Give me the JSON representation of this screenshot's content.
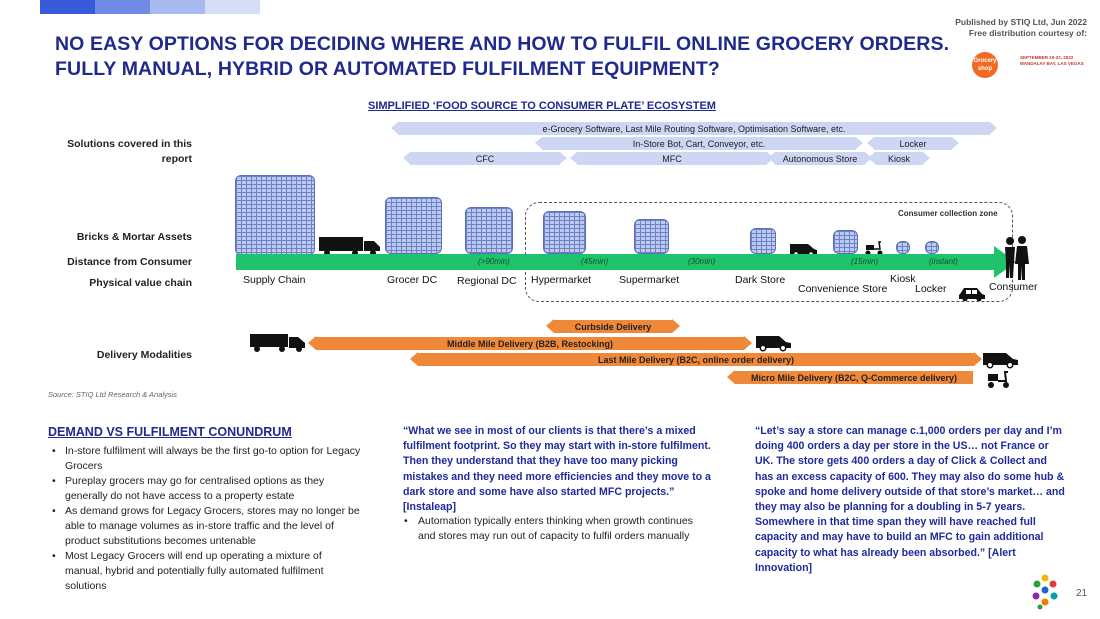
{
  "colors": {
    "title": "#1f2a8c",
    "top_bars": [
      "#3a5bd9",
      "#6f8be6",
      "#a9baf0",
      "#d5ddf7"
    ],
    "pill": "#cdd6f3",
    "green": "#1ec36b",
    "orange": "#f0883a",
    "quote": "#1f2a9c"
  },
  "title": {
    "line1": "NO EASY OPTIONS FOR DECIDING WHERE AND HOW TO FULFIL ONLINE GROCERY ORDERS.",
    "line2": "FULLY MANUAL, HYBRID OR AUTOMATED FULFILMENT EQUIPMENT?"
  },
  "publisher": {
    "line1": "Published by STIQ Ltd, Jun 2022",
    "line2": "Free distribution courtesy of:",
    "logo_word1": "Grocery",
    "logo_word2": "shop",
    "logo_line1": "SEPTEMBER 19-22, 2022",
    "logo_line2": "MANDALAY BAY, LAS VEGAS"
  },
  "diagram": {
    "subtitle": "SIMPLIFIED ‘FOOD SOURCE TO CONSUMER PLATE’ ECOSYSTEM",
    "row_labels": {
      "solutions_line1": "Solutions covered in this",
      "solutions_line2": "report",
      "assets": "Bricks & Mortar Assets",
      "distance": "Distance from Consumer",
      "value_chain": "Physical value chain",
      "delivery": "Delivery Modalities"
    },
    "solutions": {
      "software": "e-Grocery Software, Last Mile Routing Software, Optimisation Software, etc.",
      "instore": "In-Store Bot, Cart, Conveyor, etc.",
      "locker": "Locker",
      "cfc": "CFC",
      "mfc": "MFC",
      "autonomous": "Autonomous Store",
      "kiosk": "Kiosk"
    },
    "zone_label": "Consumer collection zone",
    "times": {
      "t1": "(>90min)",
      "t2": "(45min)",
      "t3": "(30min)",
      "t4": "(15min)",
      "t5": "(instant)"
    },
    "chain": {
      "supply": "Supply Chain",
      "grocer_dc": "Grocer DC",
      "regional_dc": "Regional DC",
      "hypermarket": "Hypermarket",
      "supermarket": "Supermarket",
      "dark_store": "Dark Store",
      "convenience": "Convenience Store",
      "kiosk": "Kiosk",
      "locker": "Locker",
      "consumer": "Consumer"
    },
    "delivery": {
      "curbside": "Curbside Delivery",
      "middle": "Middle Mile Delivery (B2B, Restocking)",
      "last": "Last Mile Delivery (B2C, online order delivery)",
      "micro": "Micro Mile Delivery (B2C, Q-Commerce delivery)"
    }
  },
  "source": "Source: STIQ Ltd Research & Analysis",
  "conundrum": {
    "title": "DEMAND VS FULFILMENT CONUNDRUM",
    "bullets": [
      "In-store fulfilment will always be the first go-to option for Legacy Grocers",
      "Pureplay grocers may go for centralised options as they generally do not have access to a property estate",
      "As demand grows for Legacy Grocers, stores may no longer be able to manage volumes as in-store traffic and the level of product substitutions becomes untenable",
      "Most Legacy Grocers will end up operating a mixture of manual, hybrid and potentially fully automated fulfilment solutions"
    ]
  },
  "quotes": {
    "instaleap": "“What we see in most of our clients is that there’s a mixed fulfilment footprint. So they may start with in-store fulfilment. Then they understand that they have too many picking mistakes and they need more efficiencies and they move to a dark store and some have also started MFC projects.” [Instaleap]",
    "instaleap_bullet": "Automation typically enters thinking when growth continues and stores may run out of capacity to fulfil orders manually",
    "alert": "“Let’s say a store can manage c.1,000 orders per day and I’m doing 400 orders a day per store in the US… not France or UK. The store gets 400 orders a day of Click & Collect and has an excess capacity of 600. They may also do some hub & spoke and home delivery outside of that store’s market… and they may also be planning for a doubling in 5-7 years. Somewhere in that time span they will have reached full capacity and may have to build an MFC to gain additional capacity to what has already been absorbed.” [Alert Innovation]"
  },
  "page_number": "21"
}
